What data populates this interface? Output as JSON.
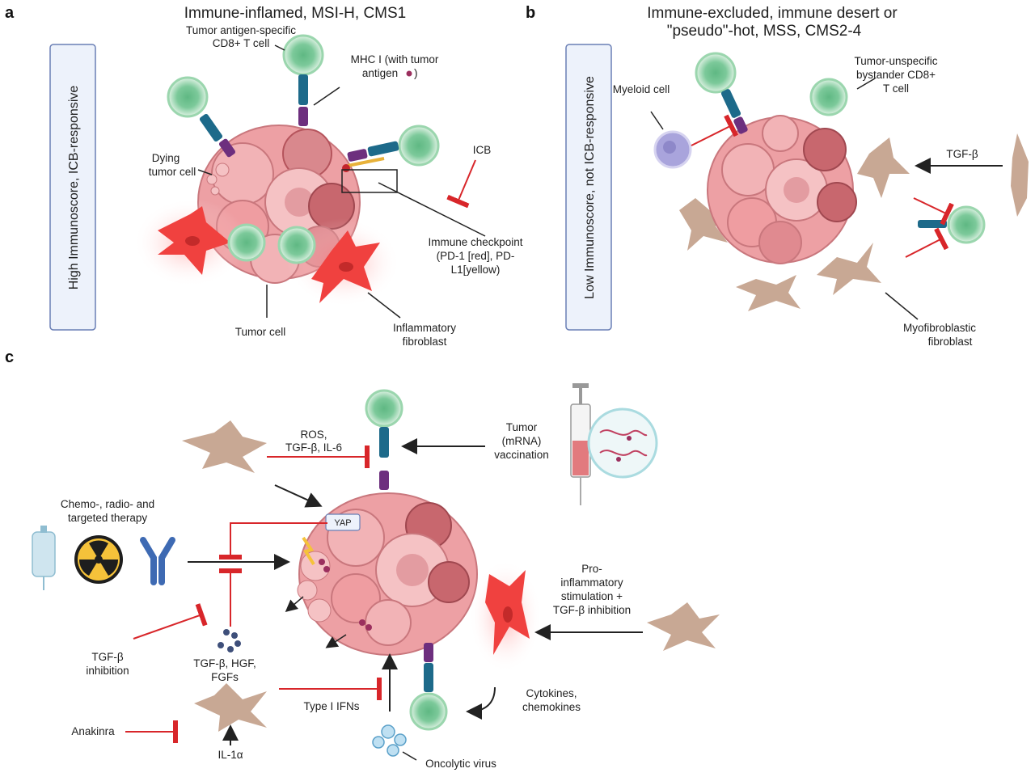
{
  "panels": {
    "a": {
      "letter": "a",
      "title": "Immune-inflamed, MSI-H, CMS1",
      "side_label": "High Immunoscore, ICB-responsive",
      "labels": {
        "tcell": [
          "Tumor antigen-specific",
          "CD8+ T cell"
        ],
        "mhc": [
          "MHC I (with tumor",
          "antigen",
          ")"
        ],
        "dying": [
          "Dying",
          "tumor cell"
        ],
        "icb": "ICB",
        "checkpoint": [
          "Immune checkpoint",
          "(PD-1 [red], PD-",
          "L1[yellow)"
        ],
        "tumor": "Tumor cell",
        "fibro": [
          "Inflammatory",
          "fibroblast"
        ]
      }
    },
    "b": {
      "letter": "b",
      "title": [
        "Immune-excluded, immune desert or",
        "\"pseudo\"-hot, MSS, CMS2-4"
      ],
      "side_label": "Low Immunoscore, not ICB-responsive",
      "labels": {
        "myeloid": "Myeloid cell",
        "bystander": [
          "Tumor-unspecific",
          "bystander CD8+",
          "T cell"
        ],
        "tgfb": "TGF-β",
        "myofibro": [
          "Myofibroblastic",
          "fibroblast"
        ]
      }
    },
    "c": {
      "letter": "c",
      "labels": {
        "ros": [
          "ROS,",
          "TGF-β, IL-6"
        ],
        "vaccine": [
          "Tumor",
          "(mRNA)",
          "vaccination"
        ],
        "chemo": [
          "Chemo-, radio- and",
          "targeted therapy"
        ],
        "yap": "YAP",
        "proinf": [
          "Pro-",
          "inflammatory",
          "stimulation +",
          "TGF-β inhibition"
        ],
        "tgfb_inh": [
          "TGF-β",
          "inhibition"
        ],
        "factors": [
          "TGF-β, HGF,",
          "FGFs"
        ],
        "ifn": "Type I IFNs",
        "cytokines": [
          "Cytokines,",
          "chemokines"
        ],
        "anakinra": "Anakinra",
        "il1": "IL-1α",
        "virus": "Oncolytic virus"
      }
    }
  },
  "colors": {
    "tumor": "#e88f93",
    "tumor_dark": "#b5545c",
    "tcell": "#7cc99a",
    "fibro": "#c8a894",
    "inflamed_fibro": "#f0413f",
    "myeloid": "#a9a4dc",
    "inhibit": "#d8262a",
    "box_fill": "#edf2fb",
    "box_stroke": "#6a7fb5"
  }
}
